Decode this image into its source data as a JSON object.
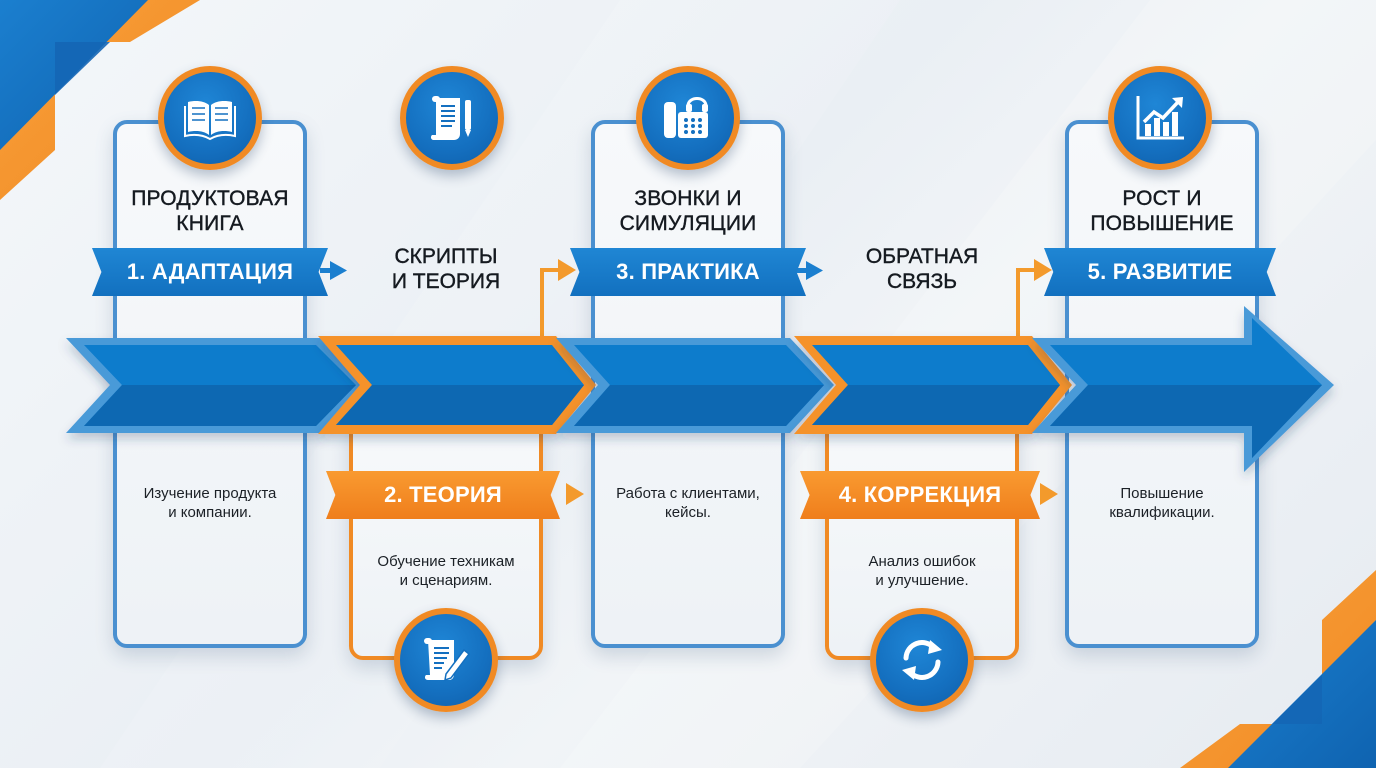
{
  "diagram": {
    "type": "process-timeline",
    "colors": {
      "primary_blue": "#1270bf",
      "light_blue": "#4a90d0",
      "accent_orange": "#f08a24",
      "text_dark": "#151a20",
      "background": "#eef2f6"
    },
    "steps": [
      {
        "number": 1,
        "label": "1. АДАПТАЦИЯ",
        "title_line1": "ПРОДУКТОВАЯ",
        "title_line2": "КНИГА",
        "desc_line1": "Изучение продукта",
        "desc_line2": "и компании.",
        "icon": "open-book-icon",
        "position": "top",
        "color": "blue"
      },
      {
        "number": 2,
        "label": "2. ТЕОРИЯ",
        "title_line1": "СКРИПТЫ",
        "title_line2": "И ТЕОРИЯ",
        "desc_line1": "Обучение техникам",
        "desc_line2": "и сценариям.",
        "icon": "script-scroll-pen-icon",
        "position": "bottom",
        "color": "orange"
      },
      {
        "number": 3,
        "label": "3. ПРАКТИКА",
        "title_line1": "ЗВОНКИ И",
        "title_line2": "СИМУЛЯЦИИ",
        "desc_line1": "Работа с клиентами,",
        "desc_line2": "кейсы.",
        "icon": "phone-headset-icon",
        "position": "top",
        "color": "blue"
      },
      {
        "number": 4,
        "label": "4. КОРРЕКЦИЯ",
        "title_line1": "ОБРАТНАЯ",
        "title_line2": "СВЯЗЬ",
        "desc_line1": "Анализ ошибок",
        "desc_line2": "и улучшение.",
        "icon": "refresh-cycle-icon",
        "position": "bottom",
        "color": "orange"
      },
      {
        "number": 5,
        "label": "5. РАЗВИТИЕ",
        "title_line1": "РОСТ И",
        "title_line2": "ПОВЫШЕНИЕ",
        "desc_line1": "Повышение",
        "desc_line2": "квалификации.",
        "icon": "growth-chart-icon",
        "position": "top",
        "color": "blue"
      }
    ]
  }
}
